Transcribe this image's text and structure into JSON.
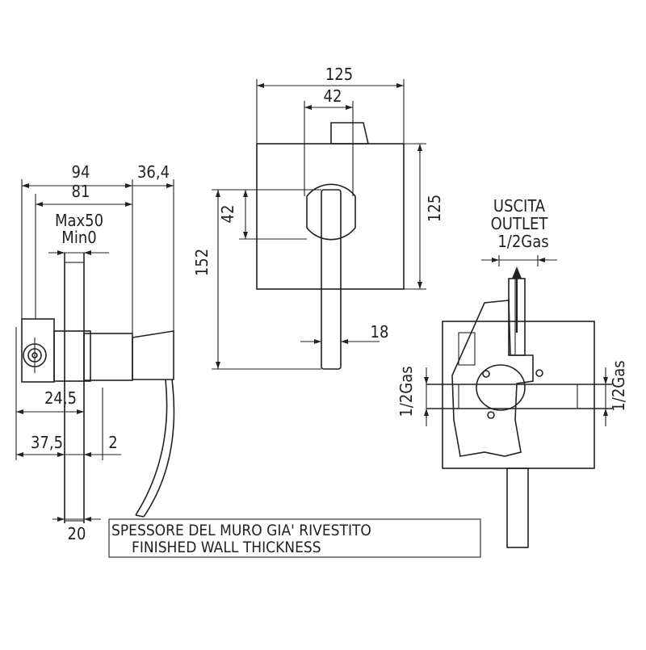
{
  "colors": {
    "line": "#222222",
    "background": "#ffffff"
  },
  "side_view": {
    "dim_94": "94",
    "dim_36_4": "36,4",
    "dim_81": "81",
    "max": "Max50",
    "min": "Min0",
    "dim_24_5": "24,5",
    "dim_37_5": "37,5",
    "dim_2": "2",
    "dim_20": "20"
  },
  "front_view": {
    "dim_125_width": "125",
    "dim_42_width": "42",
    "dim_125_height": "125",
    "dim_42_height": "42",
    "dim_152": "152",
    "dim_18": "18"
  },
  "rear_view": {
    "outlet_it": "USCITA",
    "outlet_en": "OUTLET",
    "outlet_size": "1/2Gas",
    "inlet_left": "1/2Gas",
    "inlet_right": "1/2Gas"
  },
  "caption": {
    "line1": "SPESSORE DEL MURO GIA' RIVESTITO",
    "line2": "FINISHED WALL THICKNESS"
  }
}
